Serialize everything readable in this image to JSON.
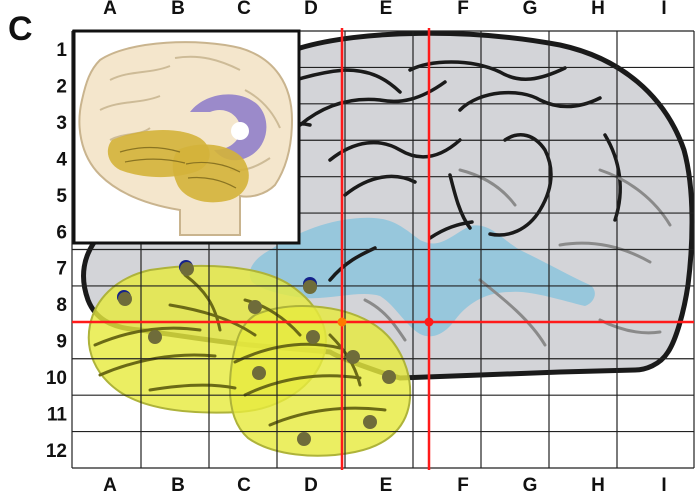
{
  "panel_label": "C",
  "columns": [
    "A",
    "B",
    "C",
    "D",
    "E",
    "F",
    "G",
    "H",
    "I"
  ],
  "rows": [
    "1",
    "2",
    "3",
    "4",
    "5",
    "6",
    "7",
    "8",
    "9",
    "10",
    "11",
    "12"
  ],
  "colors": {
    "brain_fill": "#d3d4d8",
    "brain_outline": "#1a1a1a",
    "grid": "#222222",
    "ventricle": "#8cc4dd",
    "cerebellum": "#e7ea3f",
    "cerebellum_folia": "#6b6a16",
    "electrode_inside": "#6f6c3a",
    "electrode_outside": "#14218a",
    "crosshair": "#ff1a1a",
    "marker_intersection": "#ff7a00",
    "inset_bg": "#ffffff",
    "inset_border": "#111111"
  },
  "icons": {
    "inset": "brain-anatomy-illustration"
  }
}
